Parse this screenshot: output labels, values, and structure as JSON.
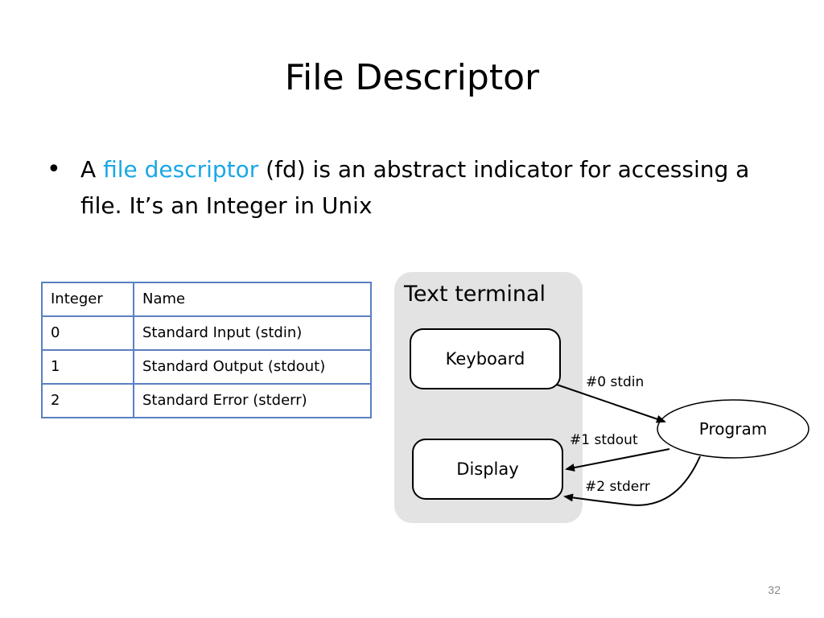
{
  "slide": {
    "title": "File Descriptor",
    "page_number": "32"
  },
  "bullet": {
    "glyph": "•",
    "prefix": "A ",
    "link_text": "file descriptor",
    "rest": " (fd) is an abstract indicator for accessing a file. It’s an Integer in Unix"
  },
  "table": {
    "headers": [
      "Integer",
      "Name"
    ],
    "rows": [
      [
        "0",
        "Standard Input (stdin)"
      ],
      [
        "1",
        "Standard Output (stdout)"
      ],
      [
        "2",
        "Standard Error (stderr)"
      ]
    ]
  },
  "diagram": {
    "terminal_label": "Text terminal",
    "keyboard_label": "Keyboard",
    "display_label": "Display",
    "program_label": "Program",
    "stdin_label": "#0 stdin",
    "stdout_label": "#1 stdout",
    "stderr_label": "#2 stderr"
  },
  "colors": {
    "link": "#1aa7e6",
    "table_border": "#5b7fc2",
    "terminal_bg": "#e3e3e3"
  }
}
